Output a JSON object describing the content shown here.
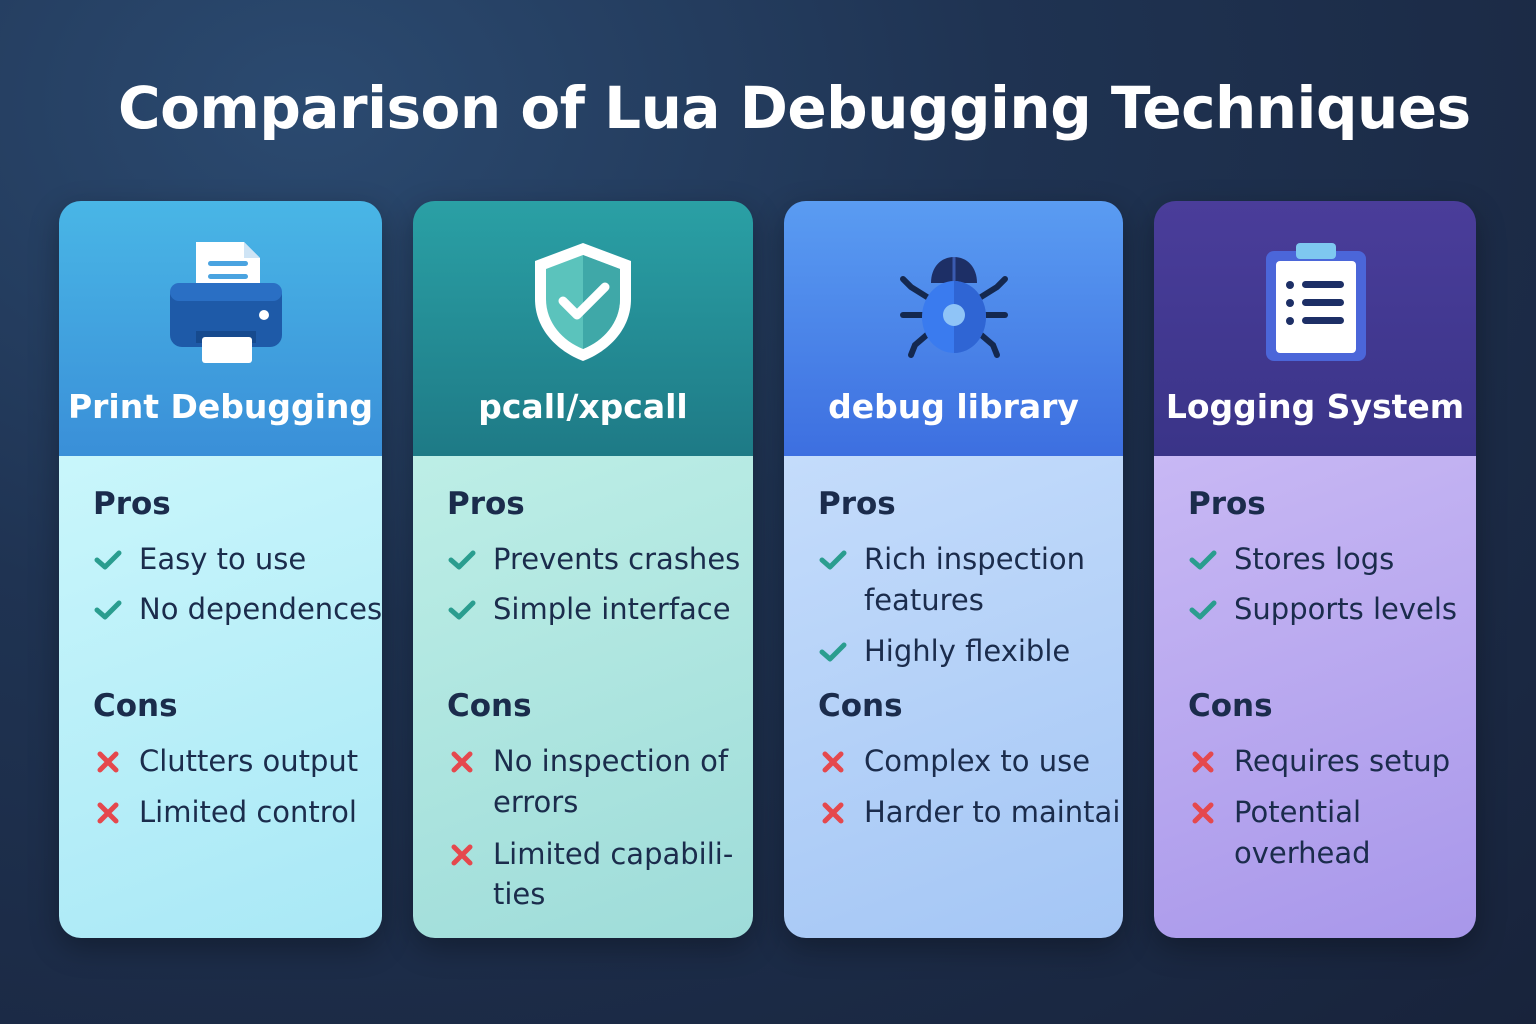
{
  "title": "Comparison of Lua Debugging Techniques",
  "cards": [
    {
      "name": "Print Debugging",
      "icon": "printer-icon",
      "pros_label": "Pros",
      "cons_label": "Cons",
      "pros": [
        "Easy to use",
        "No dependences"
      ],
      "cons": [
        "Clutters output",
        "Limited control"
      ]
    },
    {
      "name": "pcall/xpcall",
      "icon": "shield-check-icon",
      "pros_label": "Pros",
      "cons_label": "Cons",
      "pros": [
        "Prevents crashes",
        "Simple interface"
      ],
      "cons": [
        [
          "No inspection of",
          "errors"
        ],
        [
          "Limited capabili-",
          "ties"
        ]
      ]
    },
    {
      "name": "debug library",
      "icon": "bug-icon",
      "pros_label": "Pros",
      "cons_label": "Cons",
      "pros": [
        [
          "Rich inspection",
          "features"
        ],
        "Highly flexible"
      ],
      "cons": [
        "Complex to use",
        "Harder to maintain"
      ]
    },
    {
      "name": "Logging System",
      "icon": "clipboard-list-icon",
      "pros_label": "Pros",
      "cons_label": "Cons",
      "pros": [
        "Stores logs",
        "Supports levels"
      ],
      "cons": [
        "Requires setup",
        [
          "Potential",
          "overhead"
        ]
      ]
    }
  ],
  "colors": {
    "check": "#2a9d8f",
    "cross": "#e5484d",
    "text": "#1b2c4c"
  }
}
